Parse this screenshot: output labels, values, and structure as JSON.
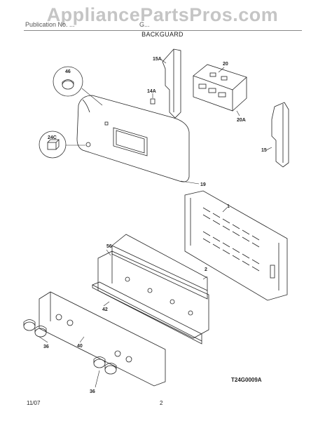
{
  "watermark": "AppliancePartsPros.com",
  "header": {
    "left_text": "Publication No. ...",
    "mid_text": "G..."
  },
  "section_title": "BACKGUARD",
  "callouts": {
    "c46": "46",
    "c15a": "15A",
    "c14a": "14A",
    "c20": "20",
    "c20a": "20A",
    "c24c": "24C",
    "c15": "15",
    "c19": "19",
    "c1": "1",
    "c56": "56",
    "c2": "2",
    "c42": "42",
    "c36a": "36",
    "c40": "40",
    "c36b": "36"
  },
  "diagram_ref": "T24G0009A",
  "footer": {
    "date": "11/07",
    "page": "2"
  }
}
